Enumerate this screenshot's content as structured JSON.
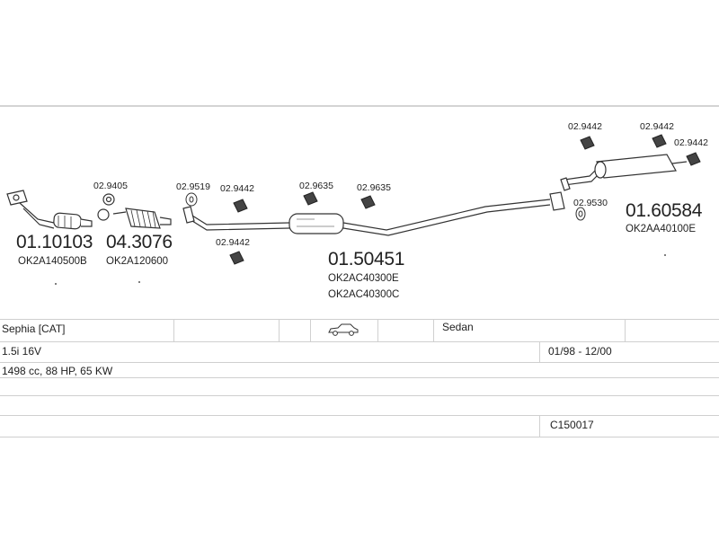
{
  "parts": {
    "p1": {
      "number": "01.10103",
      "oe": "OK2A140500B"
    },
    "p2": {
      "number": "04.3076",
      "oe": "OK2A120600"
    },
    "p3": {
      "number": "01.50451",
      "oe1": "OK2AC40300E",
      "oe2": "OK2AC40300C"
    },
    "p4": {
      "number": "01.60584",
      "oe": "OK2AA40100E"
    }
  },
  "fittings": {
    "f_9405": "02.9405",
    "f_9519": "02.9519",
    "f_9442_a": "02.9442",
    "f_9442_b": "02.9442",
    "f_9635_a": "02.9635",
    "f_9635_b": "02.9635",
    "f_9442_c": "02.9442",
    "f_9442_d": "02.9442",
    "f_9442_e": "02.9442",
    "f_9530": "02.9530"
  },
  "vehicle": {
    "model": "Sephia  [CAT]",
    "body": "Sedan",
    "body_icon": "sedan-car-icon",
    "engine": "1.5i 16V",
    "years": "01/98 - 12/00",
    "specs": "1498 cc, 88 HP, 65 KW",
    "catalog_code": "C150017"
  },
  "colors": {
    "lines": "#cfcfcf",
    "drawing": "#333333",
    "text": "#222222"
  }
}
